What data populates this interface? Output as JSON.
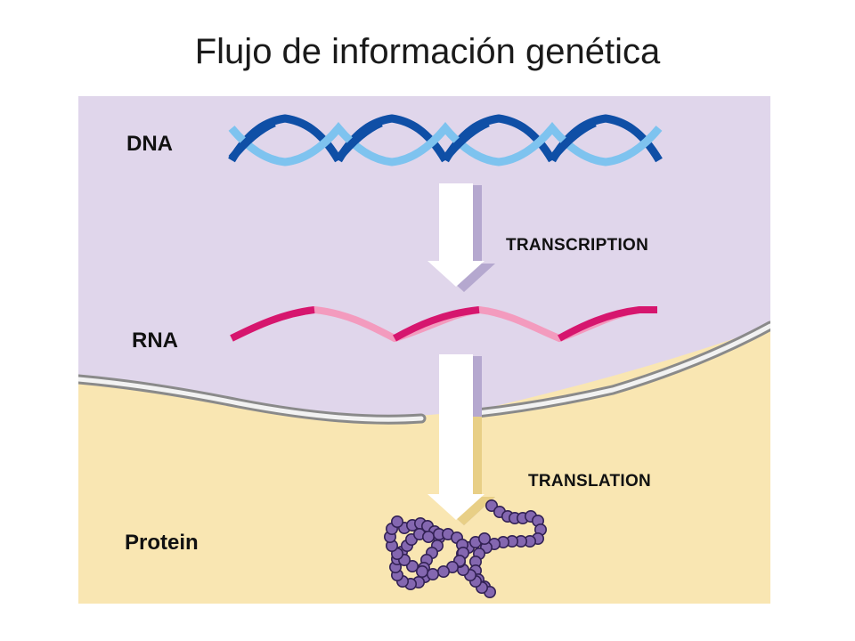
{
  "title": "Flujo de información genética",
  "labels": {
    "dna": "DNA",
    "rna": "RNA",
    "protein": "Protein",
    "transcription": "TRANSCRIPTION",
    "translation": "TRANSLATION"
  },
  "colors": {
    "nucleus": "#e0d6eb",
    "cytoplasm": "#f9e6b2",
    "membrane": "#b5b5b5",
    "dna_dark": "#0f4fa6",
    "dna_light": "#7ec3ef",
    "rna_dark": "#d6166e",
    "rna_light": "#f39bbe",
    "arrow": "#ffffff",
    "arrow_shadow_nucleus": "#b5a8cf",
    "arrow_shadow_cytoplasm": "#e8cf86",
    "bead_fill": "#8467b0",
    "bead_stroke": "#332255"
  }
}
